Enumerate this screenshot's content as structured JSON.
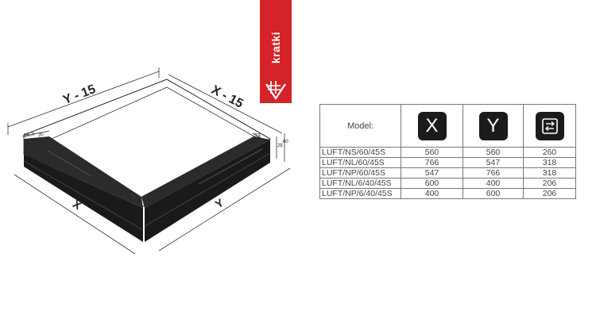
{
  "brand": {
    "name": "kratki",
    "color": "#d42329"
  },
  "drawing": {
    "labels": {
      "top_left": "Y - 15",
      "top_right": "X - 15",
      "bottom_left": "X",
      "bottom_right": "Y",
      "dim_96_5": "96,5",
      "dim_20": "20",
      "dim_33": "33",
      "dim_28": "28",
      "dim_60": "60"
    }
  },
  "table": {
    "model_header": "Model:",
    "columns": [
      {
        "icon": "letter-x-icon",
        "label": "X"
      },
      {
        "icon": "letter-y-icon",
        "label": "Y"
      },
      {
        "icon": "vent-flow-icon",
        "label": ""
      }
    ],
    "rows": [
      {
        "model": "LUFT/NS/60/45S",
        "x": "560",
        "y": "560",
        "z": "260"
      },
      {
        "model": "LUFT/NL/60/45S",
        "x": "766",
        "y": "547",
        "z": "318"
      },
      {
        "model": "LUFT/NP/60/45S",
        "x": "547",
        "y": "766",
        "z": "318"
      },
      {
        "model": "LUFT/NL/6/40/45S",
        "x": "600",
        "y": "400",
        "z": "206"
      },
      {
        "model": "LUFT/NP/6/40/45S",
        "x": "400",
        "y": "600",
        "z": "206"
      }
    ]
  }
}
